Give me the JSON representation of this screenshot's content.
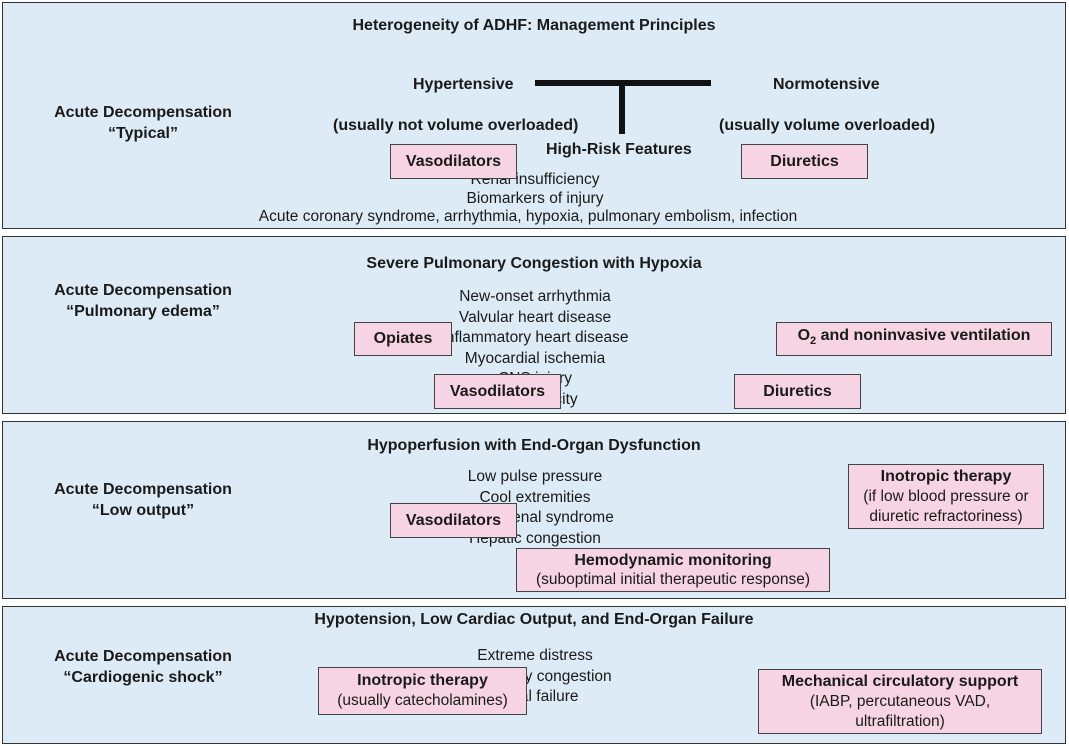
{
  "panels": {
    "typical": {
      "title": "Heterogeneity of ADHF: Management Principles",
      "label_line1": "Acute Decompensation",
      "label_line2": "“Typical”",
      "hypertensive": "Hypertensive",
      "hypertensive_note": "(usually not volume overloaded)",
      "normotensive": "Normotensive",
      "normotensive_note": "(usually volume overloaded)",
      "high_risk_heading": "High-Risk Features",
      "high_risk_items": [
        "Renal insufficiency",
        "Biomarkers of injury",
        "Acute coronary syndrome, arrhythmia, hypoxia, pulmonary embolism, infection"
      ],
      "box_vasodilators": "Vasodilators",
      "box_diuretics": "Diuretics"
    },
    "pulmonary": {
      "title": "Severe Pulmonary Congestion with Hypoxia",
      "label_line1": "Acute Decompensation",
      "label_line2": "“Pulmonary edema”",
      "items": [
        "New-onset arrhythmia",
        "Valvular heart disease",
        "Inflammatory heart disease",
        "Myocardial ischemia",
        "CNS injury",
        "Drug toxicity"
      ],
      "box_opiates": "Opiates",
      "box_oxygen_prefix": "O",
      "box_oxygen_sub": "2",
      "box_oxygen_rest": " and noninvasive ventilation",
      "box_vasodilators": "Vasodilators",
      "box_diuretics": "Diuretics"
    },
    "low_output": {
      "title": "Hypoperfusion with End-Organ Dysfunction",
      "label_line1": "Acute Decompensation",
      "label_line2": "“Low output”",
      "items": [
        "Low pulse pressure",
        "Cool extremities",
        "Cardio-renal syndrome",
        "Hepatic congestion"
      ],
      "box_vasodilators": "Vasodilators",
      "box_inotropic": "Inotropic therapy",
      "box_inotropic_note1": "(if low blood pressure or",
      "box_inotropic_note2": "diuretic refractoriness)",
      "box_monitoring": "Hemodynamic monitoring",
      "box_monitoring_note": "(suboptimal initial therapeutic response)"
    },
    "shock": {
      "title": "Hypotension, Low Cardiac Output, and End-Organ Failure",
      "label_line1": "Acute Decompensation",
      "label_line2": "“Cardiogenic shock”",
      "items": [
        "Extreme distress",
        "Pulmonary congestion",
        "Renal failure"
      ],
      "box_inotropic": "Inotropic therapy",
      "box_inotropic_note": "(usually catecholamines)",
      "box_mcs": "Mechanical circulatory support",
      "box_mcs_note1": "(IABP, percutaneous VAD,",
      "box_mcs_note2": "ultrafiltration)"
    }
  },
  "colors": {
    "panel_bg": "#dcebf5",
    "box_bg": "#f7d4e3",
    "border": "#333333"
  }
}
